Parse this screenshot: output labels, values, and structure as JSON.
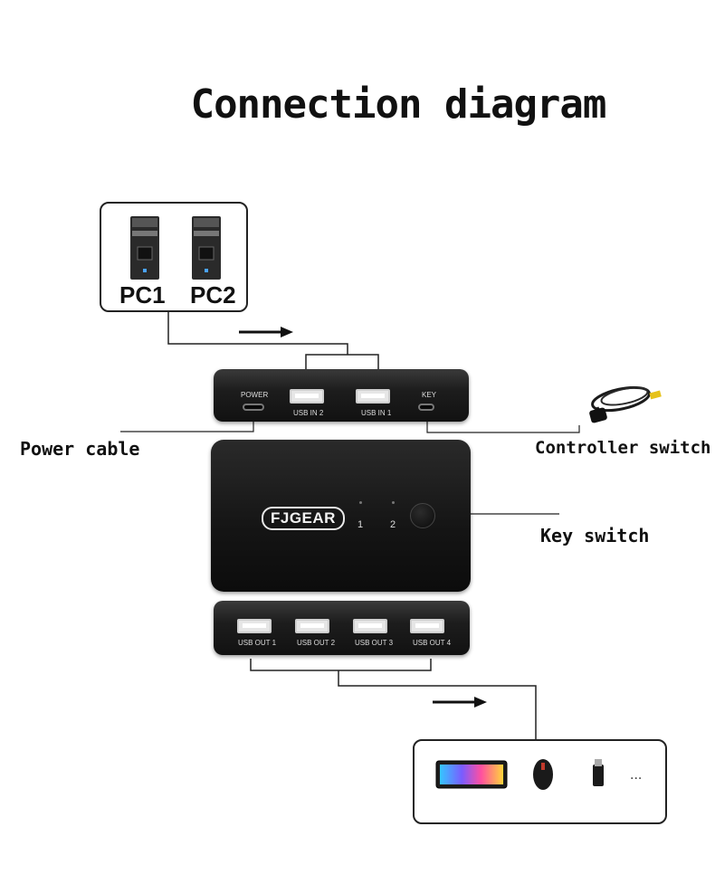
{
  "title": "Connection diagram",
  "computers": [
    {
      "label": "PC1"
    },
    {
      "label": "PC2"
    }
  ],
  "labels": {
    "power_cable": "Power cable",
    "controller_switch": "Controller switch",
    "key_switch": "Key switch"
  },
  "back_panel": {
    "ports": [
      "POWER",
      "USB IN 2",
      "USB IN 1",
      "KEY"
    ]
  },
  "front_panel": {
    "brand": "FJGEAR",
    "leds": [
      "1",
      "2"
    ]
  },
  "bottom_panel": {
    "ports": [
      "USB OUT 1",
      "USB OUT 2",
      "USB OUT 3",
      "USB OUT 4"
    ]
  },
  "peripherals": {
    "items": [
      "keyboard-icon",
      "mouse-icon",
      "usb-drive-icon"
    ],
    "more": "..."
  }
}
